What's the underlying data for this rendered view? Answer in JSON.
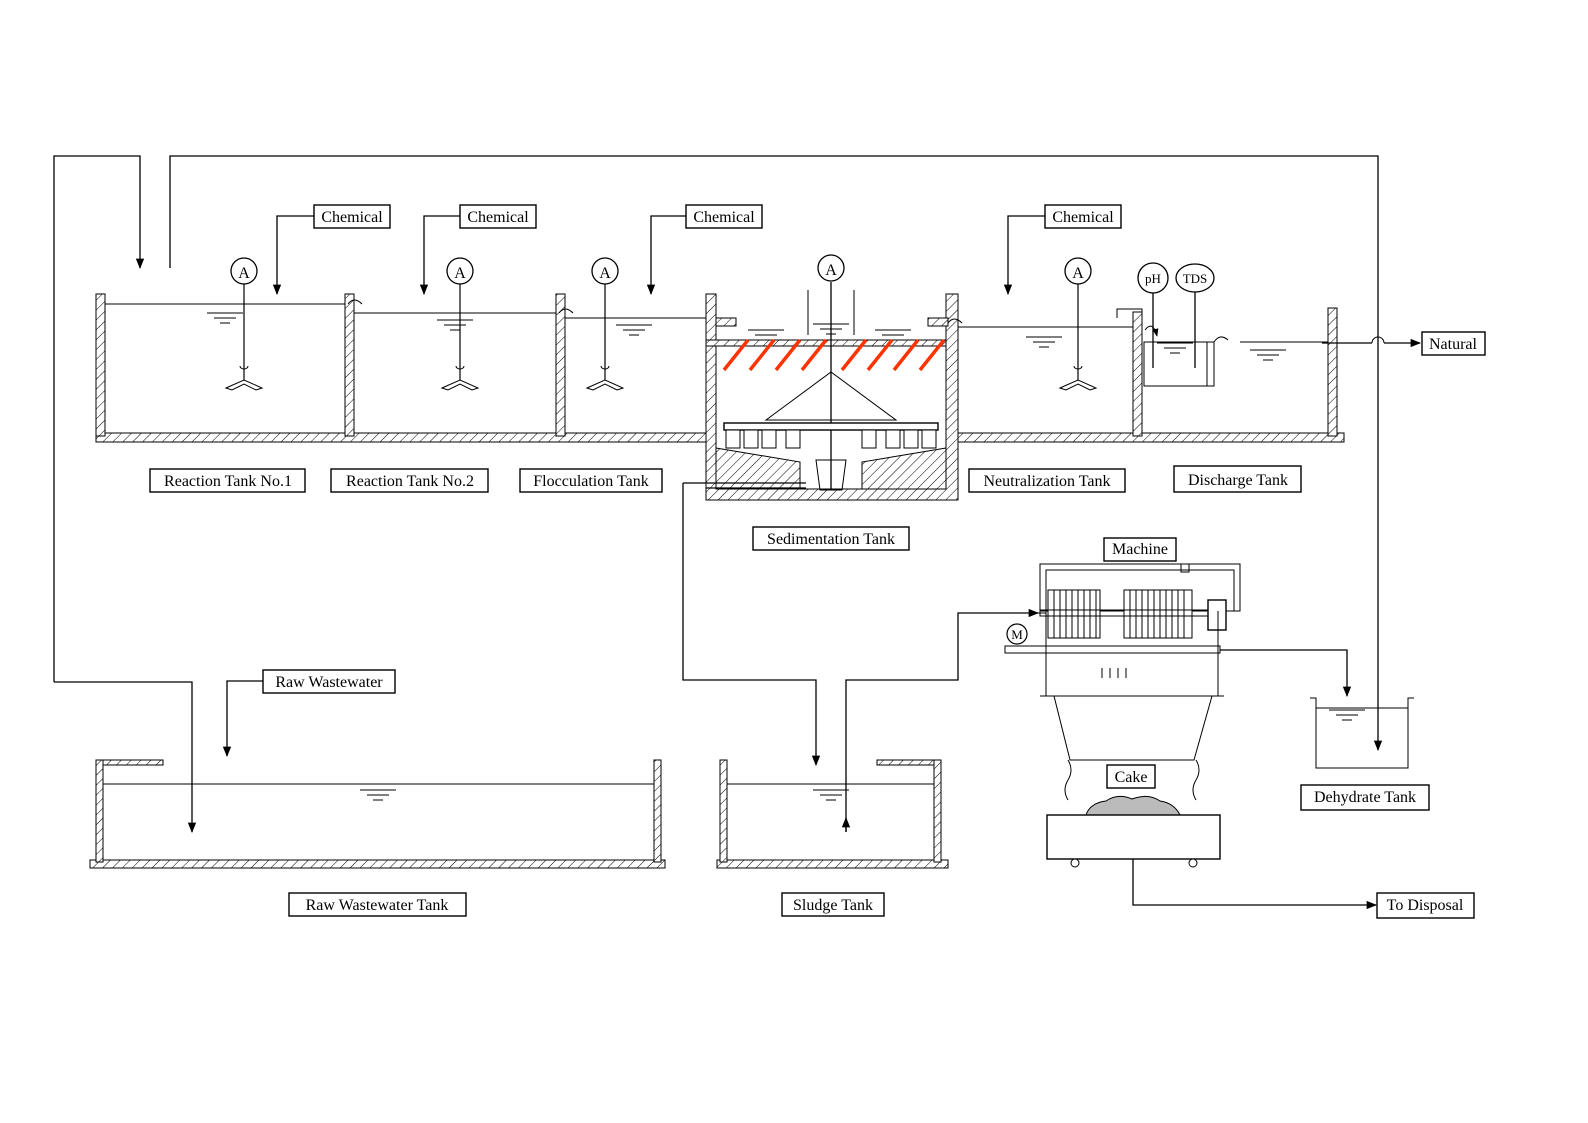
{
  "labels": {
    "reaction_tank_1": "Reaction Tank No.1",
    "reaction_tank_2": "Reaction Tank No.2",
    "flocculation_tank": "Flocculation Tank",
    "sedimentation_tank": "Sedimentation Tank",
    "neutralization_tank": "Neutralization Tank",
    "discharge_tank": "Discharge Tank",
    "machine": "Machine",
    "raw_wastewater": "Raw Wastewater",
    "raw_wastewater_tank": "Raw Wastewater Tank",
    "sludge_tank": "Sludge Tank",
    "cake": "Cake",
    "dehydrate_tank": "Dehydrate Tank",
    "to_disposal": "To Disposal",
    "natural": "Natural",
    "chemical": "Chemical"
  },
  "symbols": {
    "agitator": "A",
    "motor": "M",
    "ph": "pH",
    "tds": "TDS"
  },
  "colors": {
    "line": "#000000",
    "accent": "#ff3300",
    "background": "#ffffff"
  }
}
